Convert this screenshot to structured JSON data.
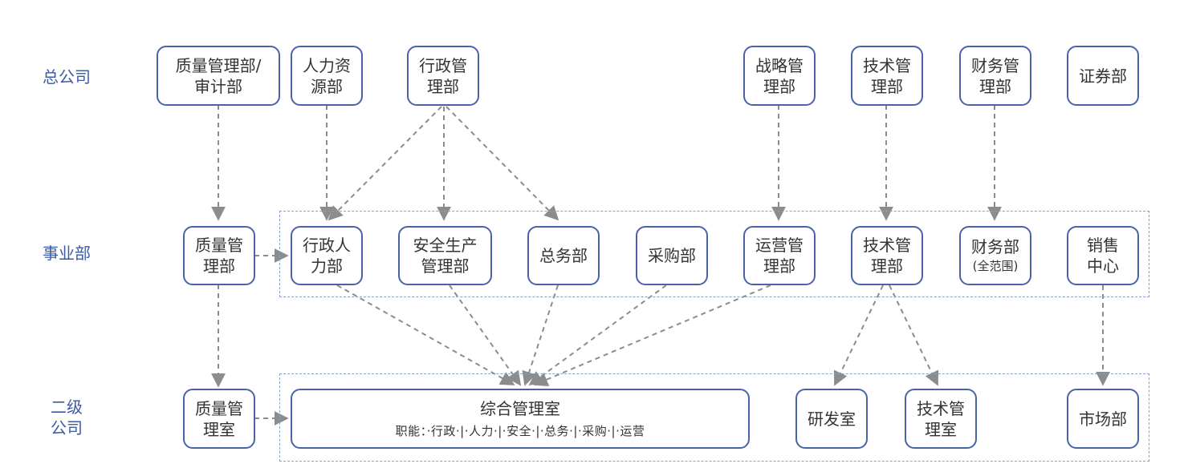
{
  "rows": {
    "hq": "总公司",
    "division": "事业部",
    "subsidiary": [
      "二级",
      "公司"
    ]
  },
  "hq": {
    "quality_audit": [
      "质量管理部/",
      "审计部"
    ],
    "hr": [
      "人力资",
      "源部"
    ],
    "admin": [
      "行政管",
      "理部"
    ],
    "strategy": [
      "战略管",
      "理部"
    ],
    "tech": [
      "技术管",
      "理部"
    ],
    "finance": [
      "财务管",
      "理部"
    ],
    "securities": "证券部"
  },
  "division": {
    "quality": [
      "质量管",
      "理部"
    ],
    "admin_hr": [
      "行政人",
      "力部"
    ],
    "safety": [
      "安全生产",
      "管理部"
    ],
    "general": "总务部",
    "purchasing": "采购部",
    "operations": [
      "运营管",
      "理部"
    ],
    "tech": [
      "技术管",
      "理部"
    ],
    "finance": "财务部",
    "finance_note": "(全范围)",
    "sales": [
      "销售",
      "中心"
    ]
  },
  "subsidiary": {
    "quality": [
      "质量管",
      "理室"
    ],
    "general_office": "综合管理室",
    "general_office_functions": "职能：·行政·|·人力·|·安全·|·总务·|·采购·|·运营",
    "rnd": "研发室",
    "tech": [
      "技术管",
      "理室"
    ],
    "marketing": "市场部"
  }
}
